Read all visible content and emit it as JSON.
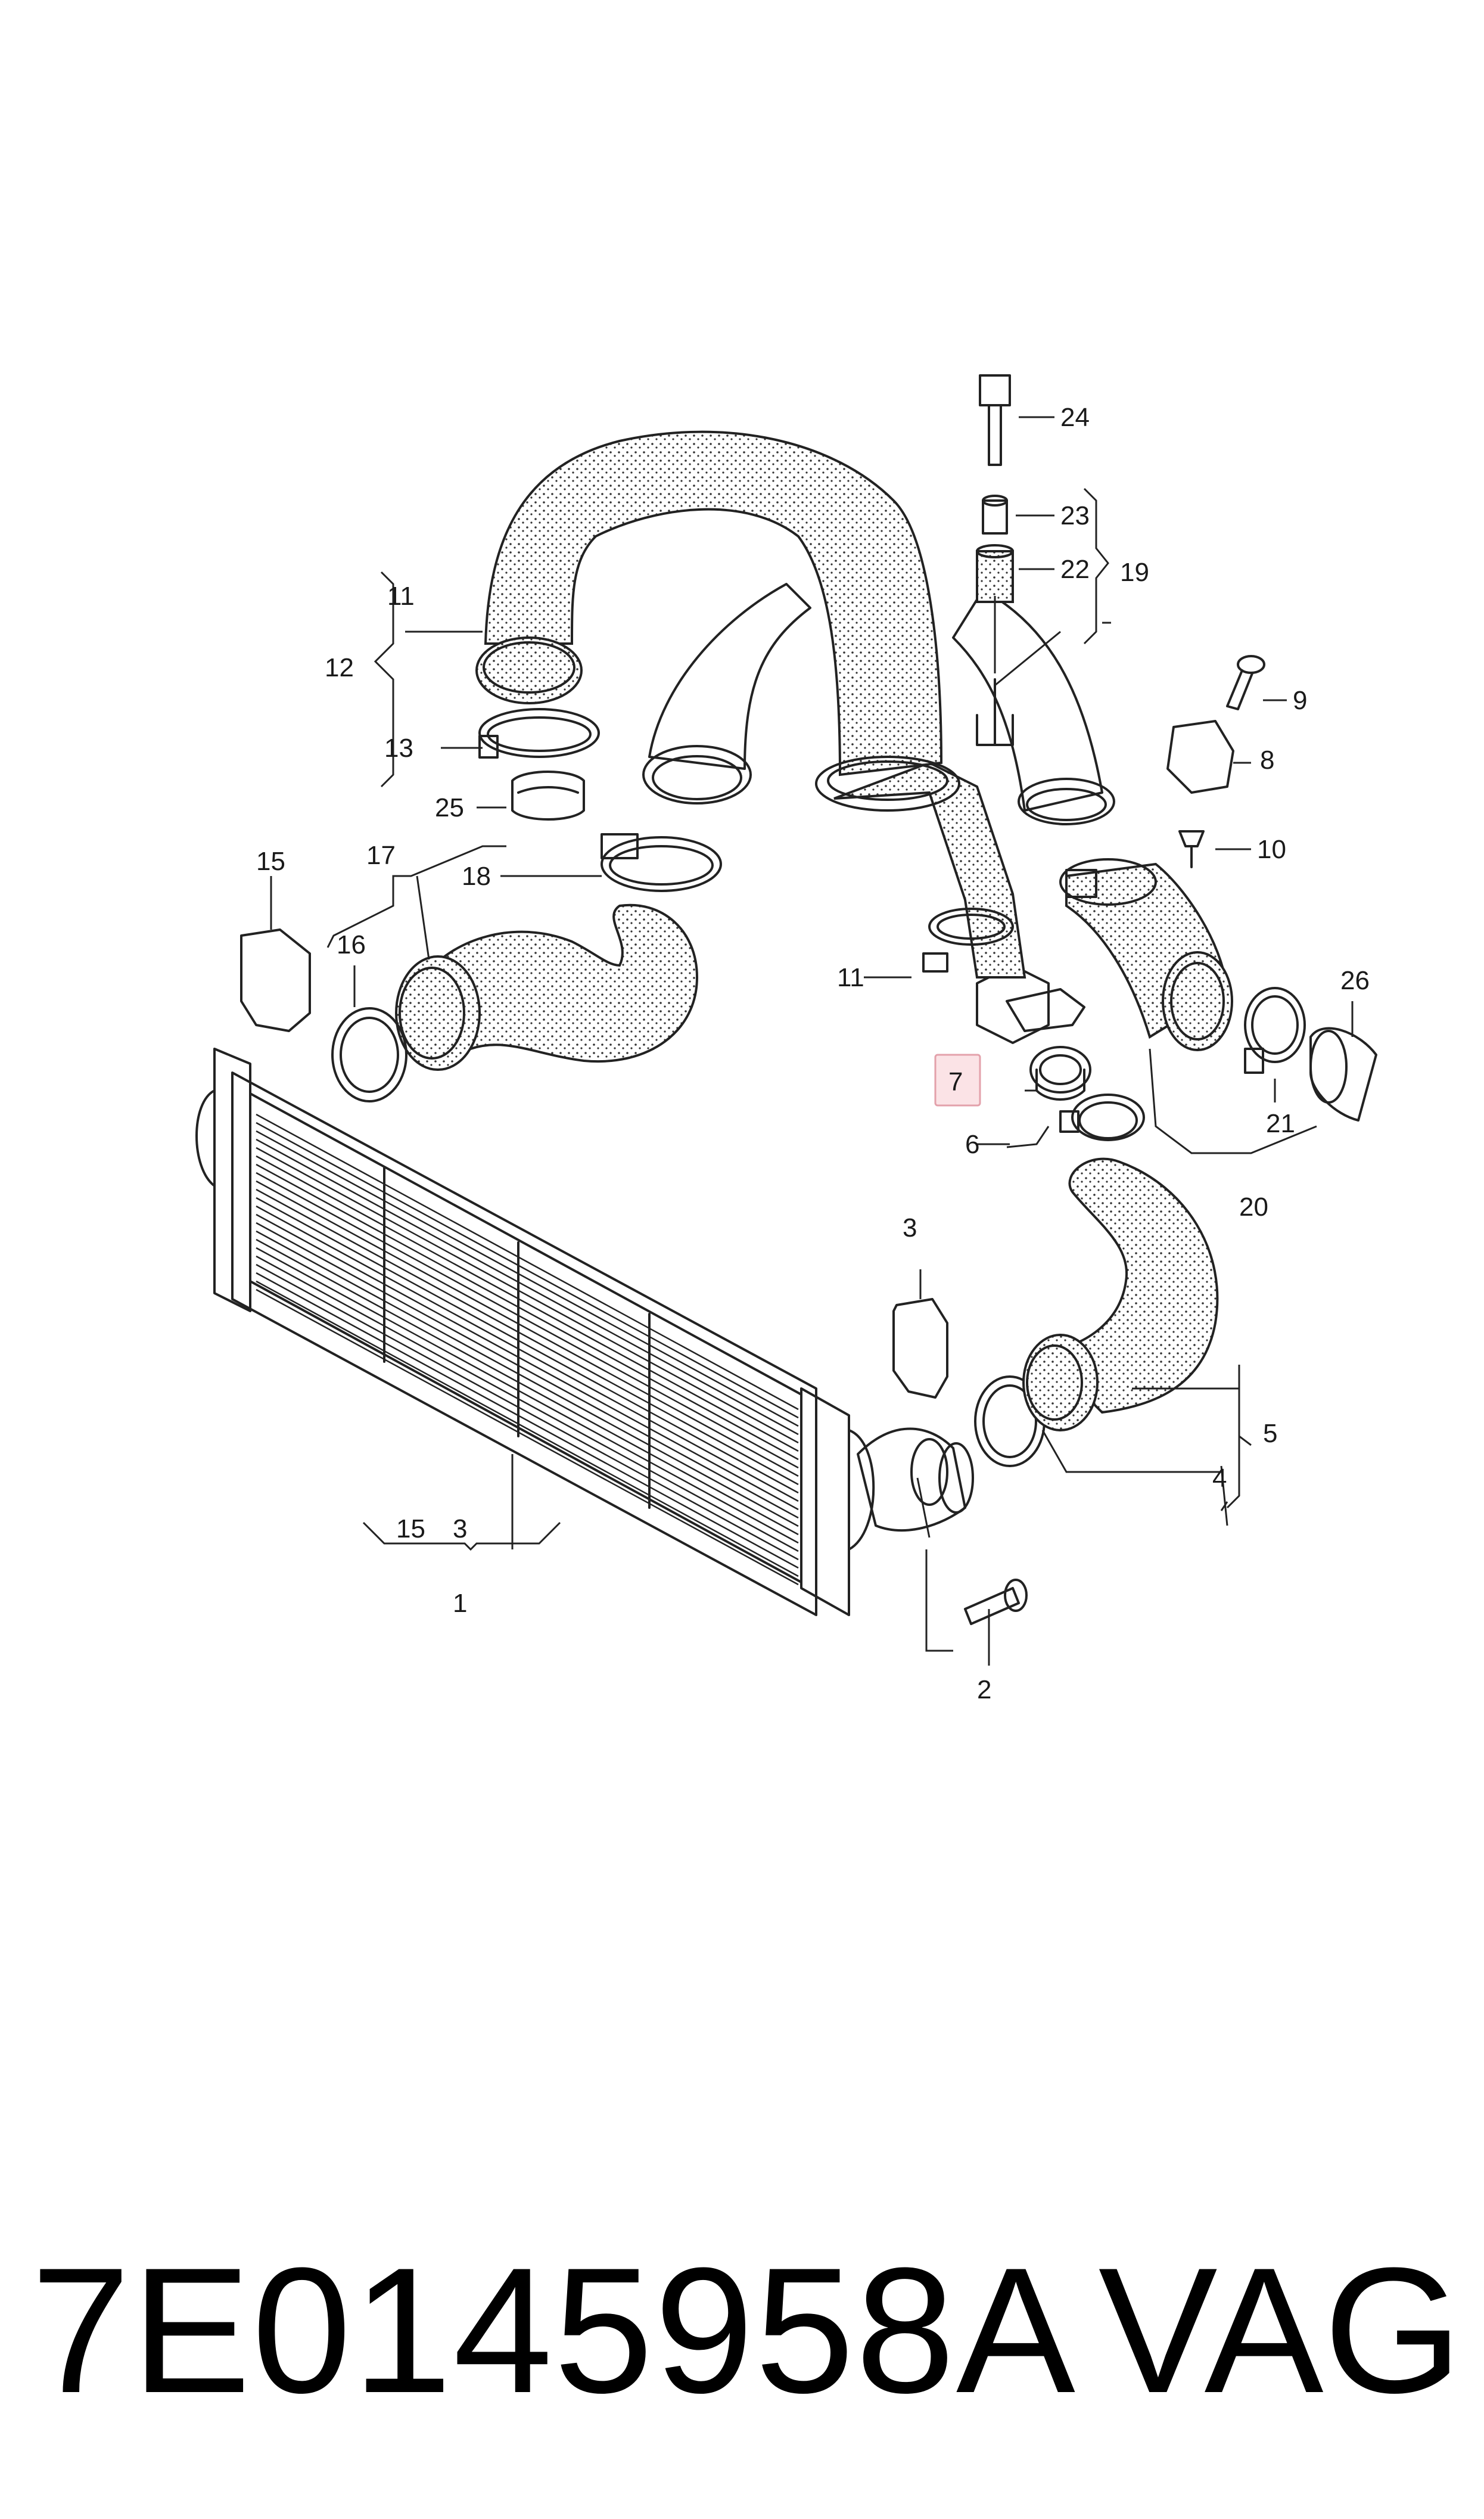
{
  "diagram": {
    "callouts": {
      "c1": "1",
      "c2": "2",
      "c3a": "3",
      "c3b": "3",
      "c4": "4",
      "c5": "5",
      "c6": "6",
      "c7": "7",
      "c8": "8",
      "c9": "9",
      "c10": "10",
      "c11a": "11",
      "c11b": "11",
      "c12": "12",
      "c13": "13",
      "c15a": "15",
      "c15b": "15",
      "c16": "16",
      "c17": "17",
      "c18": "18",
      "c19": "19",
      "c20": "20",
      "c21": "21",
      "c22": "22",
      "c23": "23",
      "c24": "24",
      "c25": "25",
      "c26": "26"
    },
    "highlighted_callout": "7",
    "colors": {
      "highlight_fill": "#fbe3e6",
      "highlight_stroke": "#e3a1ab",
      "line": "#222222"
    }
  },
  "footer": {
    "part_number": "7E0145958A",
    "brand": "VAG"
  }
}
